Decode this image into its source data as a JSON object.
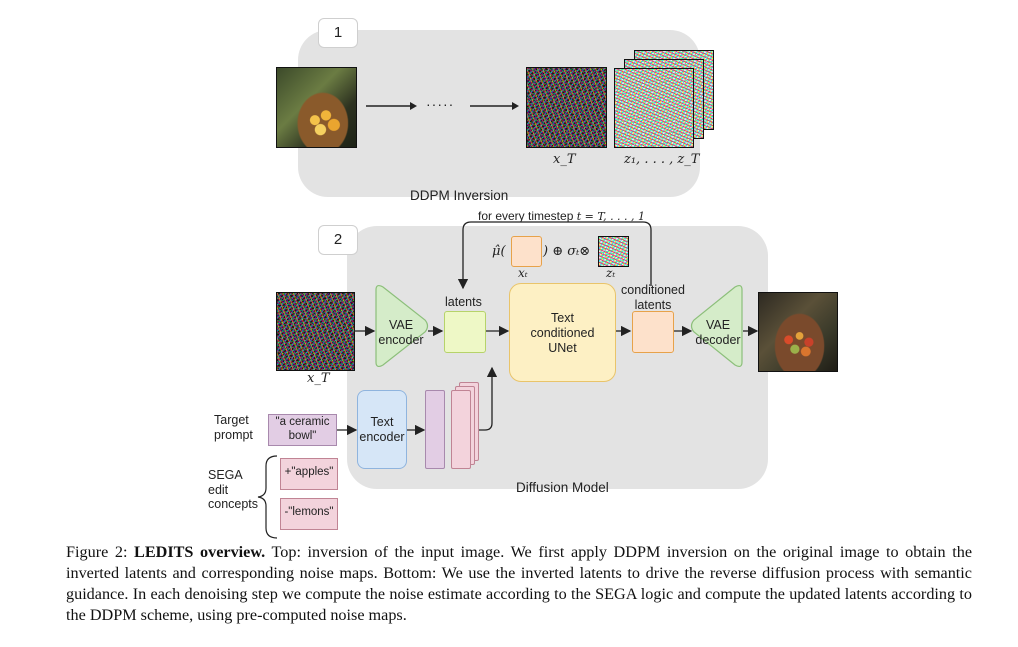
{
  "step1": {
    "number": "1",
    "label": "DDPM Inversion",
    "dots": "·····"
  },
  "step2": {
    "number": "2",
    "label": "Diffusion Model"
  },
  "math": {
    "xT_top": "x_T",
    "z_seq": "z₁, . . . , z_T",
    "loop_prefix": "for every timestep",
    "loop_range": "t = T, . . . , 1",
    "mu_hat": "μ̂(",
    "update_rest": ") ⊕ σₜ⊗",
    "xt": "xₜ",
    "zt": "zₜ",
    "xT_bottom": "x_T"
  },
  "nodes": {
    "vae_encoder": [
      "VAE",
      "encoder"
    ],
    "latents": "latents",
    "unet": [
      "Text",
      "conditioned",
      "UNet"
    ],
    "conditioned_latents": [
      "conditioned",
      "latents"
    ],
    "vae_decoder": [
      "VAE",
      "decoder"
    ],
    "text_encoder": [
      "Text",
      "encoder"
    ],
    "target_prompt_label": [
      "Target",
      "prompt"
    ],
    "target_prompt_value": [
      "\"a ceramic",
      "bowl\""
    ],
    "sega_label": [
      "SEGA",
      "edit",
      "concepts"
    ],
    "sega_apples": "+\"apples\"",
    "sega_lemons": "-\"lemons\""
  },
  "caption": {
    "prefix": "Figure 2: ",
    "bold": "LEDITS overview.",
    "text": " Top: inversion of the input image. We first apply DDPM inversion on the original image to obtain the inverted latents and corresponding noise maps. Bottom: We use the inverted latents to drive the reverse diffusion process with semantic guidance. In each denoising step we compute the noise estimate according to the SEGA logic and compute the updated latents according to the DDPM scheme, using pre-computed noise maps."
  },
  "colors": {
    "panel": "#e3e3e3",
    "vae": "#d5ecc9",
    "latents": "#eef8c6",
    "unet": "#fdf0c4",
    "cond_latents": "#fde1cb",
    "text_encoder": "#d6e6f7",
    "prompt": "#e2cde4"
  }
}
